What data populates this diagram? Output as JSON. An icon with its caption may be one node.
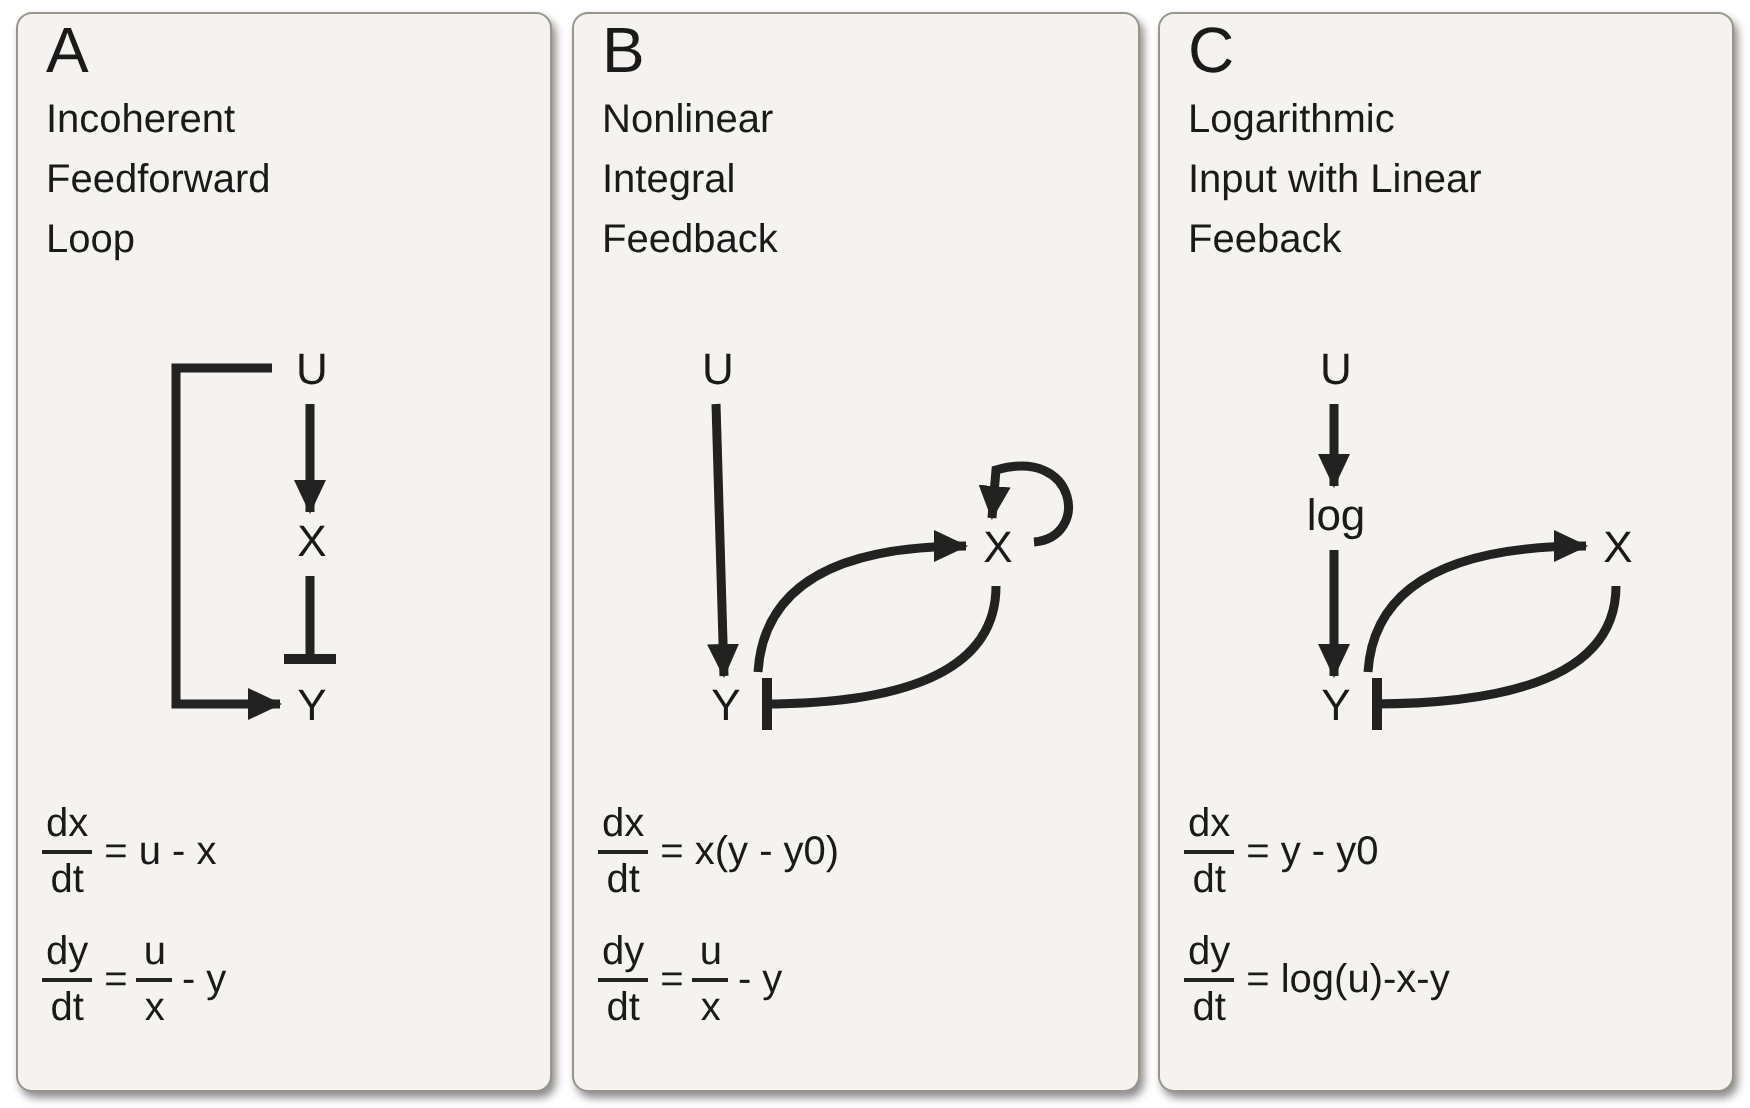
{
  "diagram": {
    "nodes": [
      {
        "text": [
          "A",
          "Incoherent Feedforward Loop",
          "dx",
          "dt",
          "= u - x",
          "dy",
          "dt",
          "=",
          "u",
          "x",
          "- y"
        ]
      },
      {
        "text": [
          "U"
        ],
        "in": 0
      },
      {
        "text": [
          "X"
        ],
        "in": 0
      },
      {
        "text": [
          "Y"
        ],
        "in": 0
      },
      {
        "text": [
          "B",
          "Nonlinear Integral Feedback",
          "dx",
          "dt",
          "= x(y - y0)",
          "dy",
          "dt",
          "=",
          "u",
          "x",
          "- y"
        ]
      },
      {
        "text": [
          "U"
        ],
        "in": 4
      },
      {
        "text": [
          "X"
        ],
        "in": 4
      },
      {
        "text": [
          "Y"
        ],
        "in": 4
      },
      {
        "text": [
          "C",
          "Logarithmic Input with Linear Feeback",
          "dx",
          "dt",
          "= y - y0",
          "dy",
          "dt",
          "= log(u)-x-y"
        ]
      },
      {
        "text": [
          "U"
        ],
        "in": 8
      },
      {
        "text": [
          "log"
        ],
        "in": 8
      },
      {
        "text": [
          "X"
        ],
        "in": 8
      },
      {
        "text": [
          "Y"
        ],
        "in": 8
      }
    ],
    "edges": [
      {
        "from": 1,
        "to": 3,
        "arrow": "to"
      },
      {
        "from": 1,
        "to": 2,
        "arrow": "to"
      },
      {
        "from": 2,
        "to": 3,
        "arrow": "other"
      },
      {
        "from": 5,
        "to": 7,
        "arrow": "to"
      },
      {
        "from": 7,
        "to": 6,
        "arrow": "to"
      },
      {
        "from": 6,
        "to": 7,
        "arrow": "other"
      },
      {
        "from": 6,
        "to": 6,
        "arrow": "to"
      },
      {
        "from": 9,
        "to": 10,
        "arrow": "to"
      },
      {
        "from": 10,
        "to": 12,
        "arrow": "to"
      },
      {
        "from": 12,
        "to": 11,
        "arrow": "to"
      },
      {
        "from": 11,
        "to": 12,
        "arrow": "other"
      }
    ]
  }
}
